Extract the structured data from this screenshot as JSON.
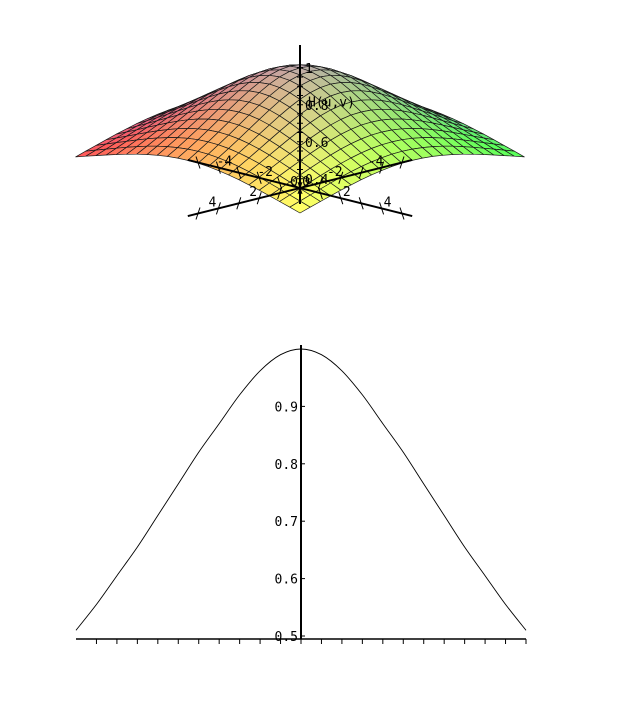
{
  "chart_data": [
    {
      "type": "surface",
      "function_label": "H(u,v)",
      "u_range": [
        -5.5,
        5.5
      ],
      "v_range": [
        -5.5,
        5.5
      ],
      "z_range": [
        0.35,
        1.0
      ],
      "u_ticks": [
        "-4",
        "-2",
        "0",
        "2",
        "4"
      ],
      "v_ticks": [
        "-4",
        "-2",
        "0",
        "2",
        "4"
      ],
      "z_ticks": [
        "0.4",
        "0.6",
        "0.8",
        "1"
      ],
      "colors": {
        "left": "#ff5a5a",
        "right": "#5aff5a",
        "front": "#ffff66",
        "back": "#a070ff"
      },
      "grid": true
    },
    {
      "type": "line",
      "x_range": [
        -5.5,
        5.5
      ],
      "ylim": [
        0.5,
        1.0
      ],
      "y_ticks": [
        "0.5",
        "0.6",
        "0.7",
        "0.8",
        "0.9"
      ],
      "x_ticks": [
        -5,
        -4.5,
        -4,
        -3.5,
        -3,
        -2.5,
        -2,
        -1.5,
        -1,
        -0.5,
        0,
        0.5,
        1,
        1.5,
        2,
        2.5,
        3,
        3.5,
        4,
        4.5,
        5,
        5.5
      ],
      "series": [
        {
          "x": [
            -5.5,
            -5,
            -4.5,
            -4,
            -3.5,
            -3,
            -2.5,
            -2,
            -1.5,
            -1,
            -0.5,
            0,
            0.5,
            1,
            1.5,
            2,
            2.5,
            3,
            3.5,
            4,
            4.5,
            5,
            5.5
          ],
          "values": [
            0.51,
            0.555,
            0.605,
            0.655,
            0.71,
            0.765,
            0.82,
            0.87,
            0.92,
            0.962,
            0.99,
            1.0,
            0.99,
            0.962,
            0.92,
            0.87,
            0.82,
            0.765,
            0.71,
            0.655,
            0.605,
            0.555,
            0.51
          ]
        }
      ]
    }
  ]
}
